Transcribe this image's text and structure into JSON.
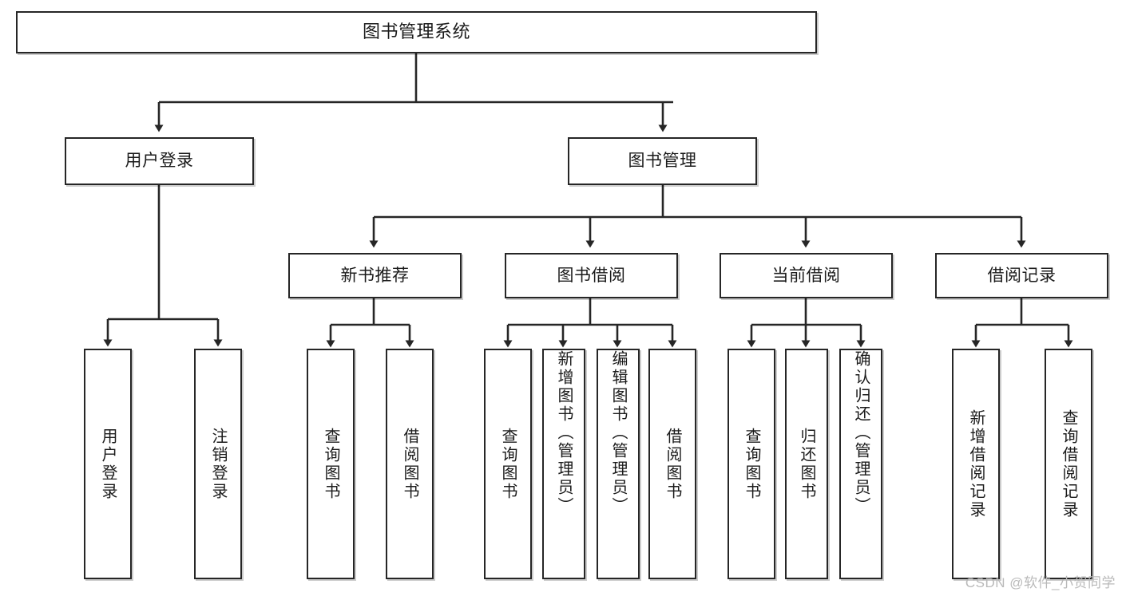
{
  "diagram": {
    "title": "图书管理系统",
    "type": "tree",
    "watermark": "CSDN @软件_小贺同学",
    "colors": {
      "box_border": "#262626",
      "box_fill": "#ffffff",
      "line": "#262626",
      "text": "#1b1b1b",
      "watermark": "#b9b9b9"
    },
    "levels": {
      "level1": [
        {
          "id": "root",
          "label": "图书管理系统"
        }
      ],
      "level2": [
        {
          "id": "user-login",
          "label": "用户登录",
          "parent": "root"
        },
        {
          "id": "book-manage",
          "label": "图书管理",
          "parent": "root"
        }
      ],
      "level3": [
        {
          "id": "new-book-rec",
          "label": "新书推荐",
          "parent": "book-manage"
        },
        {
          "id": "book-borrow",
          "label": "图书借阅",
          "parent": "book-manage"
        },
        {
          "id": "current-borrow",
          "label": "当前借阅",
          "parent": "book-manage"
        },
        {
          "id": "borrow-record",
          "label": "借阅记录",
          "parent": "book-manage"
        }
      ],
      "level4": [
        {
          "id": "leaf-user-login",
          "label": "用户登录",
          "parent": "user-login"
        },
        {
          "id": "leaf-logout",
          "label": "注销登录",
          "parent": "user-login"
        },
        {
          "id": "leaf-query-book-1",
          "label": "查询图书",
          "parent": "new-book-rec"
        },
        {
          "id": "leaf-borrow-book-1",
          "label": "借阅图书",
          "parent": "new-book-rec"
        },
        {
          "id": "leaf-query-book-2",
          "label": "查询图书",
          "parent": "book-borrow"
        },
        {
          "id": "leaf-add-book",
          "label": "新增图书（管理员）",
          "parent": "book-borrow"
        },
        {
          "id": "leaf-edit-book",
          "label": "编辑图书（管理员）",
          "parent": "book-borrow"
        },
        {
          "id": "leaf-borrow-book-2",
          "label": "借阅图书",
          "parent": "book-borrow"
        },
        {
          "id": "leaf-query-book-3",
          "label": "查询图书",
          "parent": "current-borrow"
        },
        {
          "id": "leaf-return-book",
          "label": "归还图书",
          "parent": "current-borrow"
        },
        {
          "id": "leaf-confirm-return",
          "label": "确认归还（管理员）",
          "parent": "current-borrow"
        },
        {
          "id": "leaf-add-record",
          "label": "新增借阅记录",
          "parent": "borrow-record"
        },
        {
          "id": "leaf-query-record",
          "label": "查询借阅记录",
          "parent": "borrow-record"
        }
      ]
    }
  }
}
